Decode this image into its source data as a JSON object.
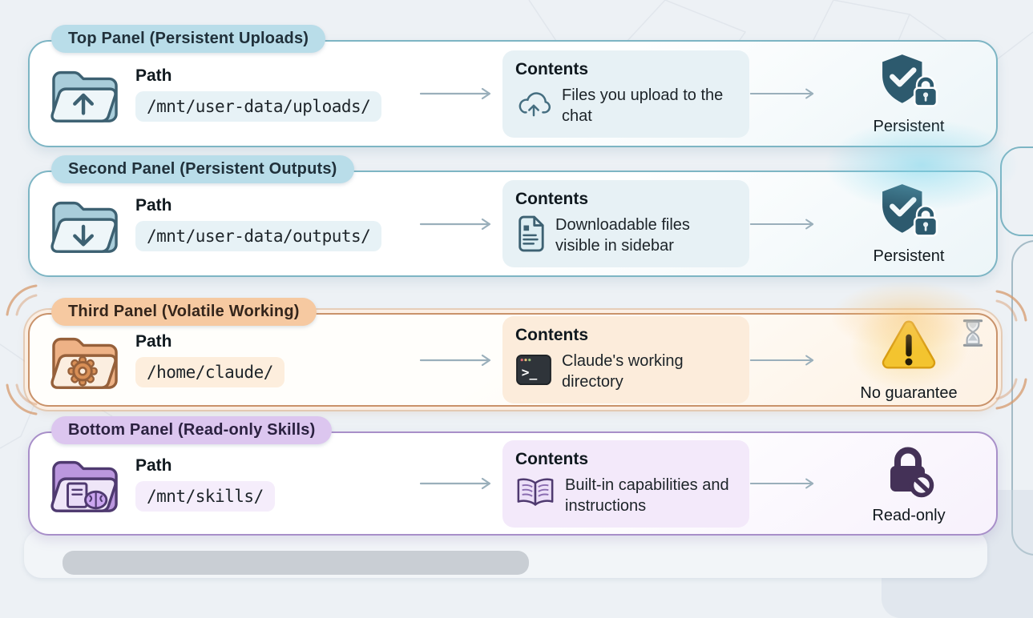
{
  "panels": [
    {
      "badge": "Top Panel (Persistent Uploads)",
      "path_label": "Path",
      "path_value": "/mnt/user-data/uploads/",
      "contents_label": "Contents",
      "contents_desc": "Files you upload to the chat",
      "status_label": "Persistent",
      "accent_color": "#7db5c4",
      "folder_icon": "folder-upload-icon",
      "contents_icon": "cloud-upload-icon",
      "status_icon": "shield-check-lock-icon"
    },
    {
      "badge": "Second Panel (Persistent Outputs)",
      "path_label": "Path",
      "path_value": "/mnt/user-data/outputs/",
      "contents_label": "Contents",
      "contents_desc": "Downloadable files visible in sidebar",
      "status_label": "Persistent",
      "accent_color": "#7db5c4",
      "folder_icon": "folder-download-icon",
      "contents_icon": "document-icon",
      "status_icon": "shield-check-lock-icon"
    },
    {
      "badge": "Third Panel (Volatile Working)",
      "path_label": "Path",
      "path_value": "/home/claude/",
      "contents_label": "Contents",
      "contents_desc": "Claude's working directory",
      "status_label": "No guarantee",
      "accent_color": "#c9926a",
      "folder_icon": "folder-gear-icon",
      "contents_icon": "terminal-icon",
      "status_icon": "warning-triangle-icon",
      "corner_icon": "hourglass-icon"
    },
    {
      "badge": "Bottom Panel (Read-only Skills)",
      "path_label": "Path",
      "path_value": "/mnt/skills/",
      "contents_label": "Contents",
      "contents_desc": "Built-in capabilities and instructions",
      "status_label": "Read-only",
      "accent_color": "#a88fc9",
      "folder_icon": "folder-book-brain-icon",
      "contents_icon": "open-book-icon",
      "status_icon": "lock-readonly-icon"
    }
  ],
  "ui": {
    "terminal_prompt": ">_"
  },
  "colors": {
    "background": "#edf1f5",
    "teal_accent": "#7db5c4",
    "orange_accent": "#c9926a",
    "purple_accent": "#a88fc9",
    "shield_dark_teal": "#2d5a6e",
    "warning_yellow": "#f3c42f",
    "lock_dark_purple": "#443157",
    "arrow_grey": "#9aafbb"
  }
}
